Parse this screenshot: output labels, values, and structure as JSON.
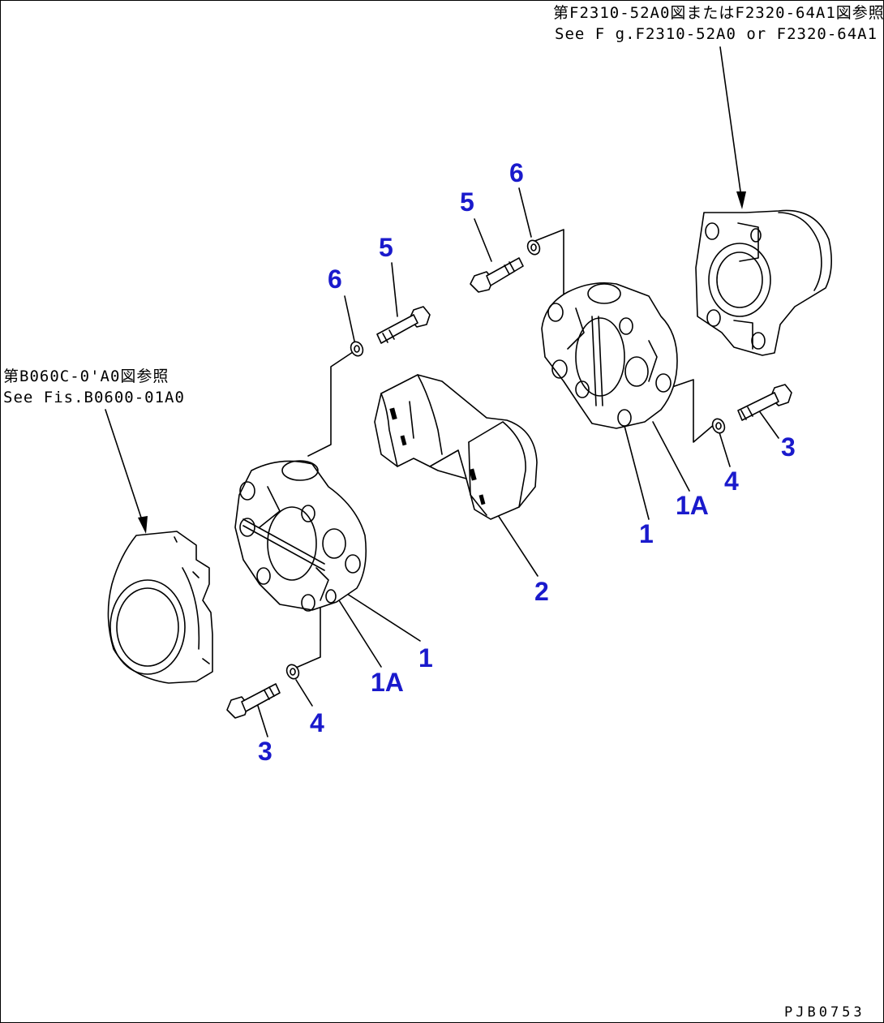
{
  "references": {
    "top_right_jp": "第F2310-52A0図またはF2320-64A1図参照",
    "top_right_en": "See F g.F2310-52A0 or F2320-64A1",
    "left_jp": "第B060C-0'A0図参照",
    "left_en": "See Fis.B0600-01A0"
  },
  "callouts": {
    "c_6_right": "6",
    "c_5_right": "5",
    "c_6_left": "6",
    "c_5_left": "5",
    "c_3_right": "3",
    "c_4_right": "4",
    "c_1a_right": "1A",
    "c_1_right": "1",
    "c_2": "2",
    "c_1_left": "1",
    "c_1a_left": "1A",
    "c_4_left": "4",
    "c_3_left": "3"
  },
  "drawing_code": "PJB0753",
  "colors": {
    "callout": "#1a1acc",
    "line": "#000000"
  }
}
